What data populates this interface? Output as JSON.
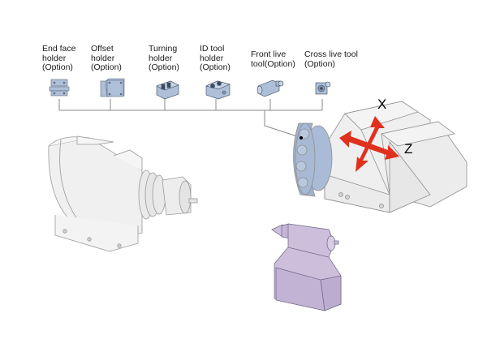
{
  "diagram": {
    "title": "Lathe turret tool holder configuration",
    "tool_holders": [
      {
        "id": "end-face-holder",
        "line1": "End face",
        "line2": "holder",
        "line3": "(Option)"
      },
      {
        "id": "offset-holder",
        "line1": "Offset",
        "line2": "holder",
        "line3": "(Option)"
      },
      {
        "id": "turning-holder",
        "line1": "Turning",
        "line2": "holder",
        "line3": "(Option)"
      },
      {
        "id": "id-tool-holder",
        "line1": "ID tool",
        "line2": "holder",
        "line3": "(Option)"
      },
      {
        "id": "front-live-tool",
        "line1": "Front live",
        "line2": "tool(Option)",
        "line3": ""
      },
      {
        "id": "cross-live-tool",
        "line1": "Cross live tool",
        "line2": "(Option)",
        "line3": ""
      }
    ],
    "axes": {
      "x_label": "X",
      "z_label": "Z"
    },
    "components": [
      "headstock-spindle",
      "turret",
      "tailstock"
    ],
    "colors": {
      "tool_blue": "#aebfd8",
      "machine_gray": "#ececec",
      "tailstock_purple": "#cdbfdc",
      "arrow_red": "#e0301e",
      "line_gray": "#8a8a8a"
    }
  }
}
